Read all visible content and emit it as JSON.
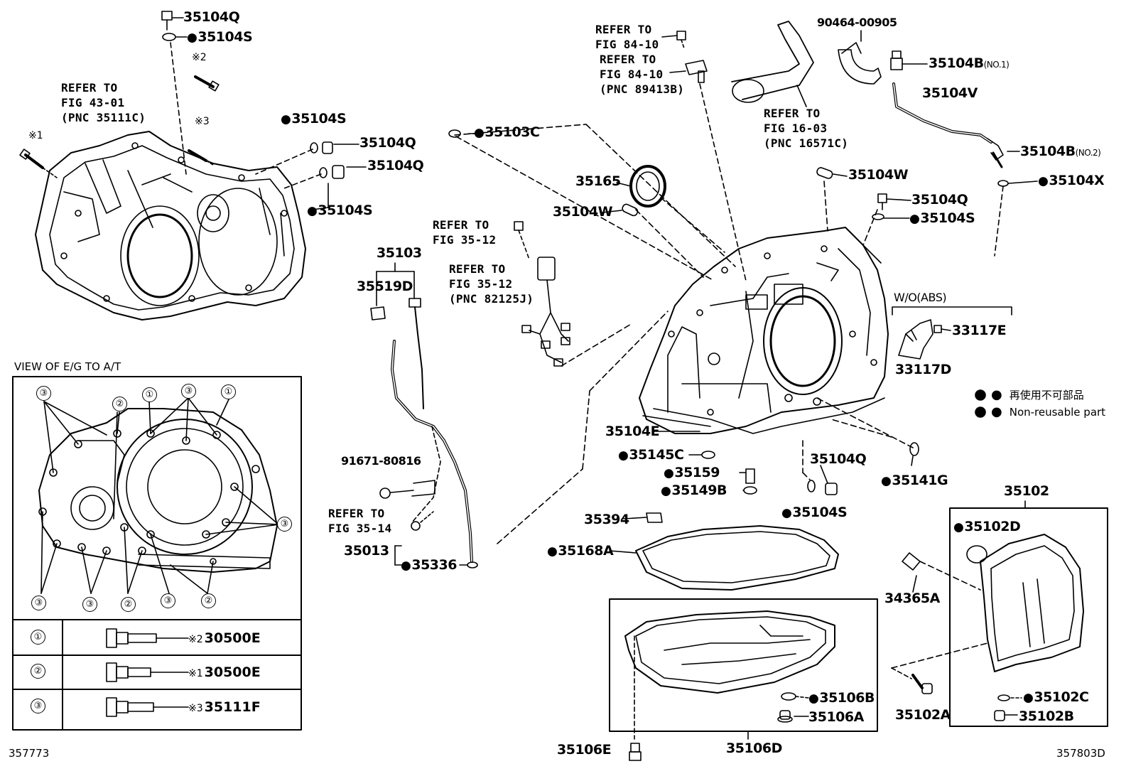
{
  "figure_numbers": {
    "left": "357773",
    "right": "357803D"
  },
  "legend": {
    "jp": "再使用不可部品",
    "en": "Non-reusable part"
  },
  "variant_label": "W/O(ABS)",
  "view": {
    "title": "VIEW OF E/G TO A/T",
    "marks": [
      "①",
      "②",
      "③"
    ],
    "table": [
      {
        "mark": "①",
        "ref": "※2",
        "part": "30500E"
      },
      {
        "mark": "②",
        "ref": "※1",
        "part": "30500E"
      },
      {
        "mark": "③",
        "ref": "※3",
        "part": "35111F"
      }
    ]
  },
  "notes": {
    "refer_43": [
      "REFER TO",
      "FIG 43-01",
      "(PNC 35111C)"
    ],
    "refer_84a": [
      "REFER TO",
      "FIG 84-10"
    ],
    "refer_84b": [
      "REFER TO",
      "FIG 84-10",
      "(PNC 89413B)"
    ],
    "refer_16": [
      "REFER TO",
      "FIG 16-03",
      "(PNC 16571C)"
    ],
    "refer_35a": [
      "REFER TO",
      "FIG 35-12"
    ],
    "refer_35b": [
      "REFER TO",
      "FIG 35-12",
      "(PNC 82125J)"
    ],
    "refer_35c": [
      "REFER TO",
      "FIG 35-14"
    ]
  },
  "refs": {
    "r1": "※1",
    "r2": "※2",
    "r3": "※3"
  },
  "parts": {
    "p35104Q_top": "35104Q",
    "p35104S_top": "35104S",
    "p35104S_a": "35104S",
    "p35104Q_a": "35104Q",
    "p35104Q_b": "35104Q",
    "p35104S_b": "35104S",
    "p35103C": "35103C",
    "p35103": "35103",
    "p35519D": "35519D",
    "p91671": "91671-80816",
    "p35013": "35013",
    "p35336": "35336",
    "p35165": "35165",
    "p35104W_a": "35104W",
    "p35104W_b": "35104W",
    "p90464": "90464-00905",
    "p35104B_1": "35104B",
    "s35104B_1": "(NO.1)",
    "p35104V": "35104V",
    "p35104B_2": "35104B",
    "s35104B_2": "(NO.2)",
    "p35104X": "35104X",
    "p35104Q_c": "35104Q",
    "p35104S_c": "35104S",
    "p33117E": "33117E",
    "p33117D": "33117D",
    "p35104E": "35104E",
    "p35145C": "35145C",
    "p35159": "35159",
    "p35149B": "35149B",
    "p35104Q_d": "35104Q",
    "p35104S_d": "35104S",
    "p35141G": "35141G",
    "p35394": "35394",
    "p35168A": "35168A",
    "p35102": "35102",
    "p35102D": "35102D",
    "p34365A": "34365A",
    "p35102A": "35102A",
    "p35102C": "35102C",
    "p35102B": "35102B",
    "p35106B": "35106B",
    "p35106A": "35106A",
    "p35106E": "35106E",
    "p35106D": "35106D"
  }
}
